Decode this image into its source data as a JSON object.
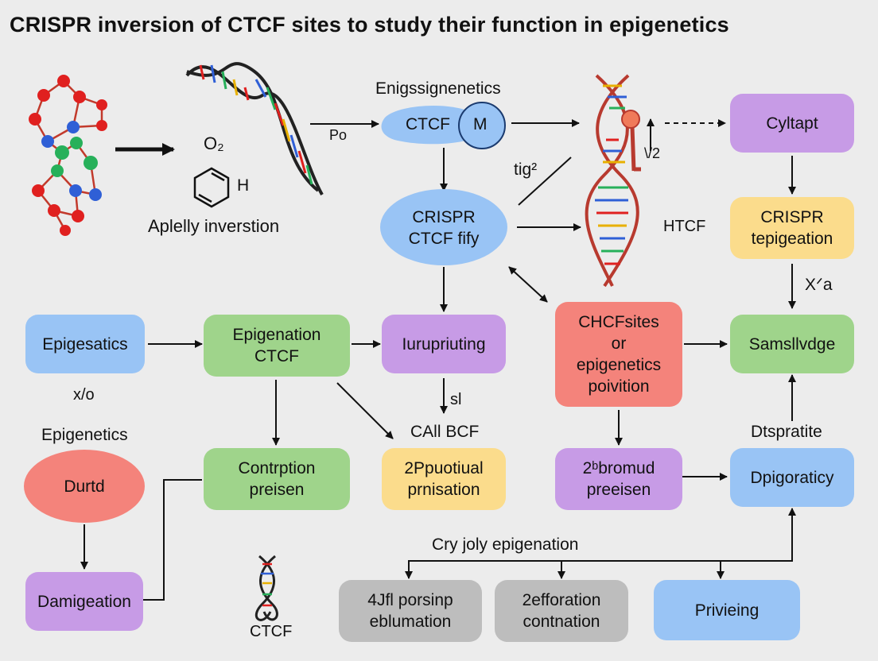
{
  "title": "CRISPR inversion of CTCF sites to study their function in epigenetics",
  "labels": {
    "o2": "O₂",
    "h": "H",
    "aplelly": "Aplelly inverstion",
    "po": "Po",
    "enig": "Enigssignenetics",
    "ctcf_top": "CTCF",
    "m": "M",
    "tig": "tig²",
    "u2": "\\/2",
    "htcf": "HTCF",
    "xa": "Xᐟa",
    "x0": "x/o",
    "epigenetics": "Epigenetics",
    "sl": "sl",
    "callbcf": "CAll BCF",
    "dtspratite": "Dtspratite",
    "cryjoly": "Cry joly epigenation",
    "ctcf_bottom": "CTCF"
  },
  "nodes": {
    "cyltapt": "Cyltapt",
    "crispr_tep": "CRISPR\ntepigeation",
    "crispr_ctcf": "CRISPR\nCTCF fifу",
    "epigesatics": "Epigesatics",
    "epigenation_ctcf": "Epigenation\nCTCF",
    "iurupriuting": "Iurupriuting",
    "chcf": "CHCFsites\nor\nepigenetics\npoivition",
    "samsll": "Samsllvdge",
    "durtd": "Durtd",
    "contrption": "Contrption\npreisen",
    "pputial": "2Ppuotiual\nprnisation",
    "bromud": "2ᵇbromud\npreeisen",
    "dpigoraticy": "Dpigoraticy",
    "damigeation": "Damigeation",
    "porsinp": "4Jfl porsinp\neblumation",
    "efforation": "2efforation\ncontnation",
    "privieing": "Privieing"
  },
  "colors": {
    "background": "#ececec",
    "purple": "#c79be6",
    "green": "#9fd48b",
    "blue": "#99c4f5",
    "yellow": "#fbdc8c",
    "red": "#f4837b",
    "gray": "#bdbdbd",
    "dna_red": "#c0392b",
    "atom_red": "#e0201f",
    "atom_blue": "#2f5fd6",
    "atom_green": "#27b05a"
  },
  "icons": [
    "molecule-icon",
    "dna-helix-icon",
    "benzene-ring-icon",
    "dna-with-marker-icon",
    "small-dna-icon"
  ]
}
